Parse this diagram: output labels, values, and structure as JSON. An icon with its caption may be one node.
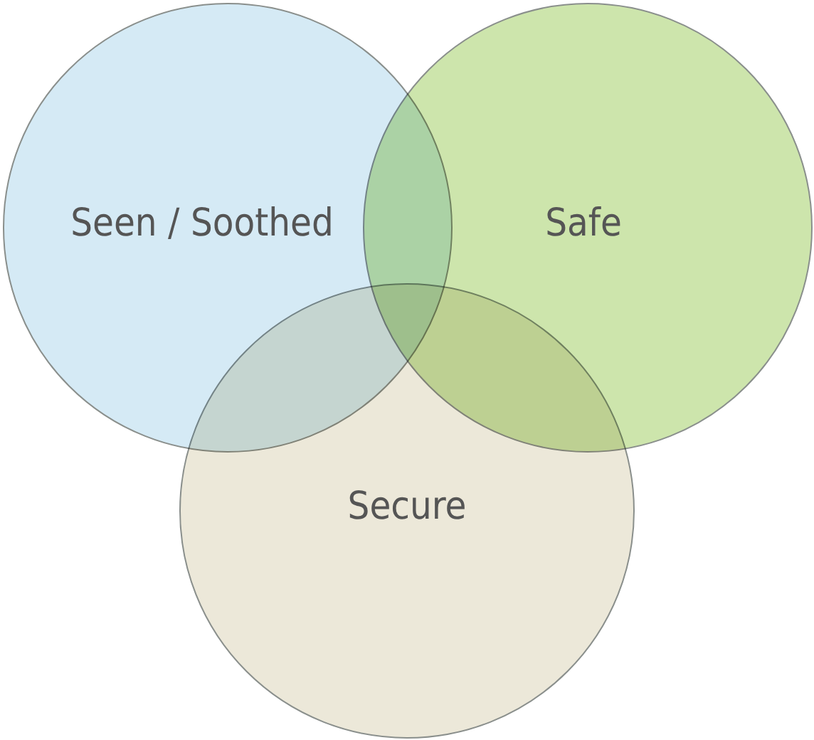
{
  "diagram": {
    "nodes": [
      {
        "text": [
          "Seen / Soothed"
        ]
      },
      {
        "text": [
          "Safe"
        ]
      },
      {
        "text": [
          "Secure"
        ]
      }
    ]
  }
}
